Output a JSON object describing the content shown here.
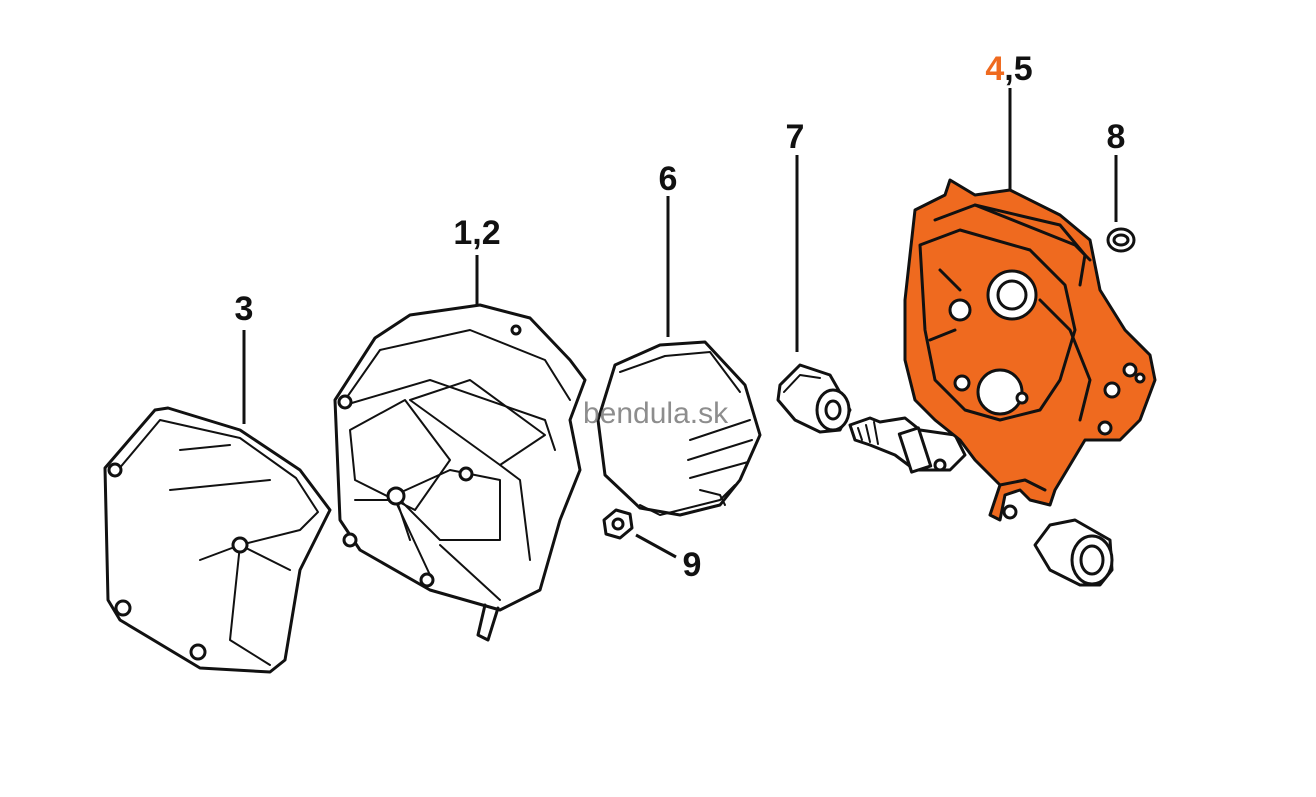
{
  "diagram": {
    "accent_color": "#ef6a1f",
    "outline_color": "#111111",
    "background_color": "#ffffff",
    "watermark": "bendula.sk",
    "labels": {
      "part_3": "3",
      "part_1_2": "1,2",
      "part_6": "6",
      "part_7": "7",
      "part_4_highlight": "4",
      "part_4_rest": ",5",
      "part_8": "8",
      "part_9": "9"
    }
  }
}
